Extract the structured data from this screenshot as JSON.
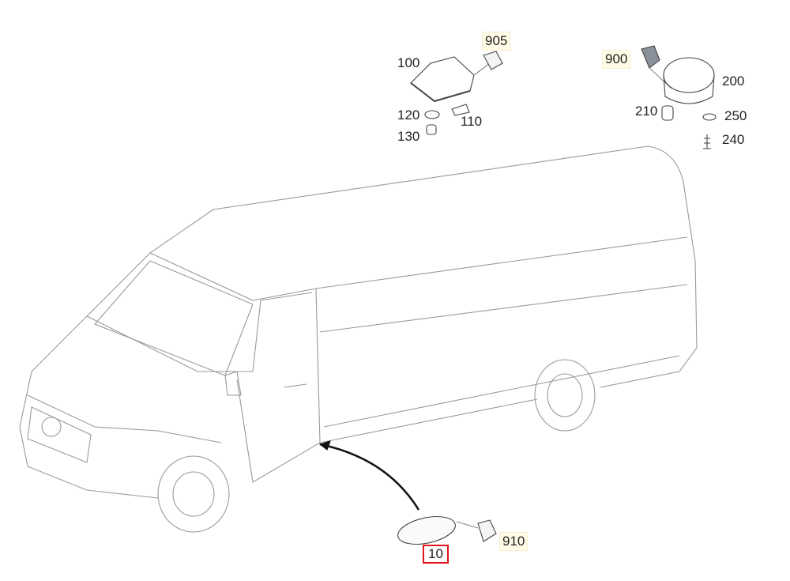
{
  "diagram": {
    "callouts": [
      {
        "id": "905",
        "label": "905",
        "highlighted": true
      },
      {
        "id": "100",
        "label": "100"
      },
      {
        "id": "120",
        "label": "120"
      },
      {
        "id": "110",
        "label": "110"
      },
      {
        "id": "130",
        "label": "130"
      },
      {
        "id": "900",
        "label": "900",
        "highlighted": true
      },
      {
        "id": "200",
        "label": "200"
      },
      {
        "id": "210",
        "label": "210"
      },
      {
        "id": "250",
        "label": "250"
      },
      {
        "id": "240",
        "label": "240"
      },
      {
        "id": "910",
        "label": "910",
        "highlighted": true
      },
      {
        "id": "10",
        "label": "10",
        "selected": true
      }
    ],
    "selected_color": "#e0141e",
    "highlight_color": "#fffbe6"
  }
}
